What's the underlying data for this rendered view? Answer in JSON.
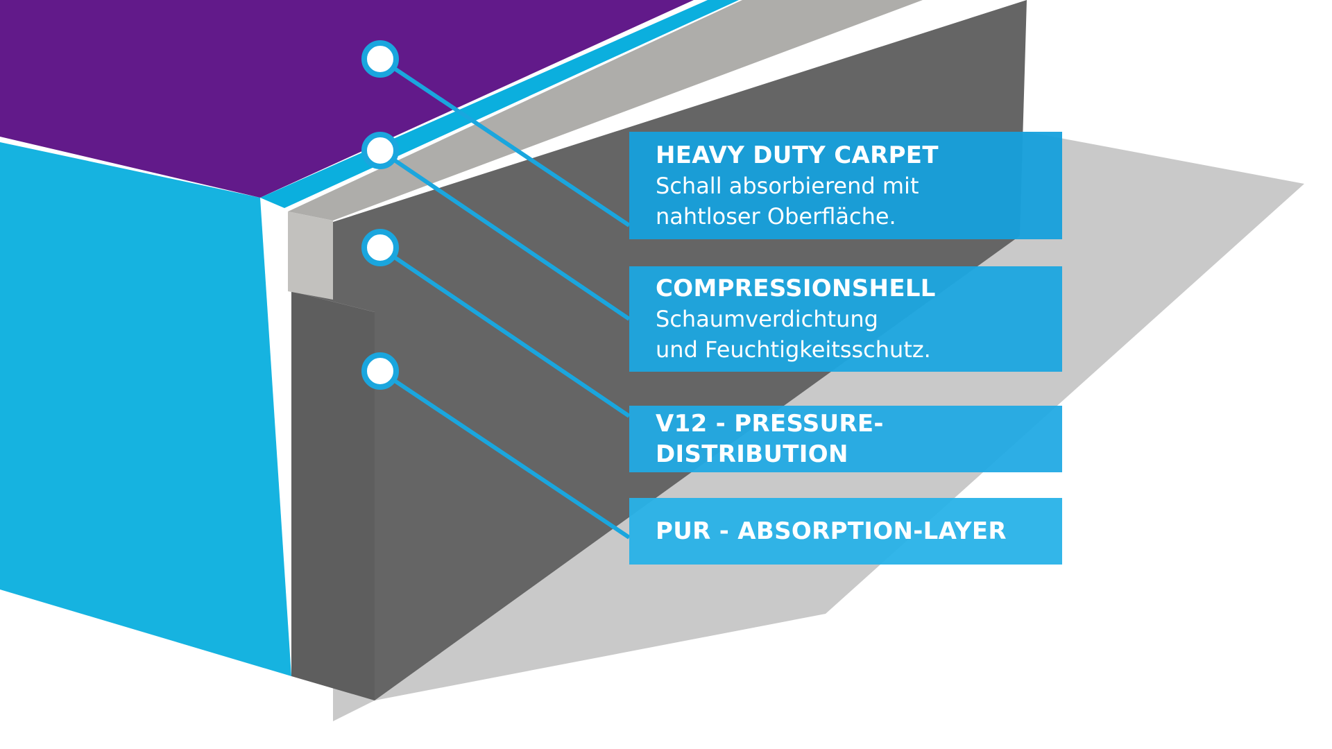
{
  "colors": {
    "carpet": "#621A8A",
    "cyan_side": "#16B3E0",
    "cyan_edge": "#0BAFDE",
    "compression_top": "#AEADAA",
    "compression_front": "#C2C1BE",
    "foam_dark": "#656565",
    "foam_front": "#5E5E5E",
    "shadow": "#C9C9C9",
    "label_bg": "#1AA6DE",
    "leader_line": "#1AA6DE",
    "marker_fill": "#FFFFFF",
    "marker_stroke": "#1AA6DE"
  },
  "labels": [
    {
      "id": "heavy-duty-carpet",
      "title": "HEAVY DUTY CARPET",
      "lines": [
        "Schall absorbierend mit",
        "nahtloser Oberfläche."
      ]
    },
    {
      "id": "compressionshell",
      "title": "COMPRESSIONSHELL",
      "lines": [
        "Schaumverdichtung",
        "und Feuchtigkeitsschutz."
      ]
    },
    {
      "id": "v12-pressure-distribution",
      "title": "V12 - PRESSURE-DISTRIBUTION",
      "lines": []
    },
    {
      "id": "pur-absorption-layer",
      "title": "PUR - ABSORPTION-LAYER",
      "lines": []
    }
  ]
}
